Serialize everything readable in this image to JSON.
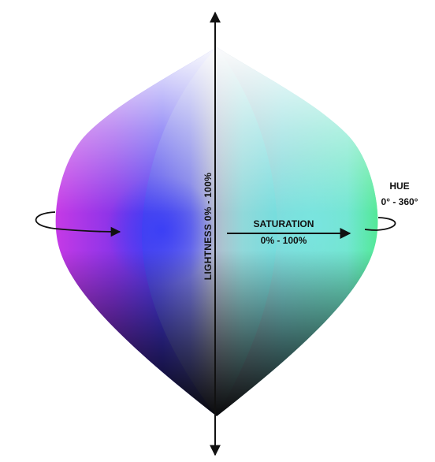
{
  "labels": {
    "lightness": "LIGHTNESS 0% - 100%",
    "saturation_title": "SATURATION",
    "saturation_range": "0% - 100%",
    "hue_title": "HUE",
    "hue_range": "0° - 360°"
  },
  "colors": {
    "background": "#ffffff",
    "axis": "#111111",
    "top_white": "#ffffff",
    "bottom_black": "#0b0b0b",
    "left_magenta": "#c23ae8",
    "left_violet": "#6f33e6",
    "center_blue": "#3a3ef0",
    "right_cyan": "#66d6d6",
    "rim_green": "#62eba8"
  }
}
